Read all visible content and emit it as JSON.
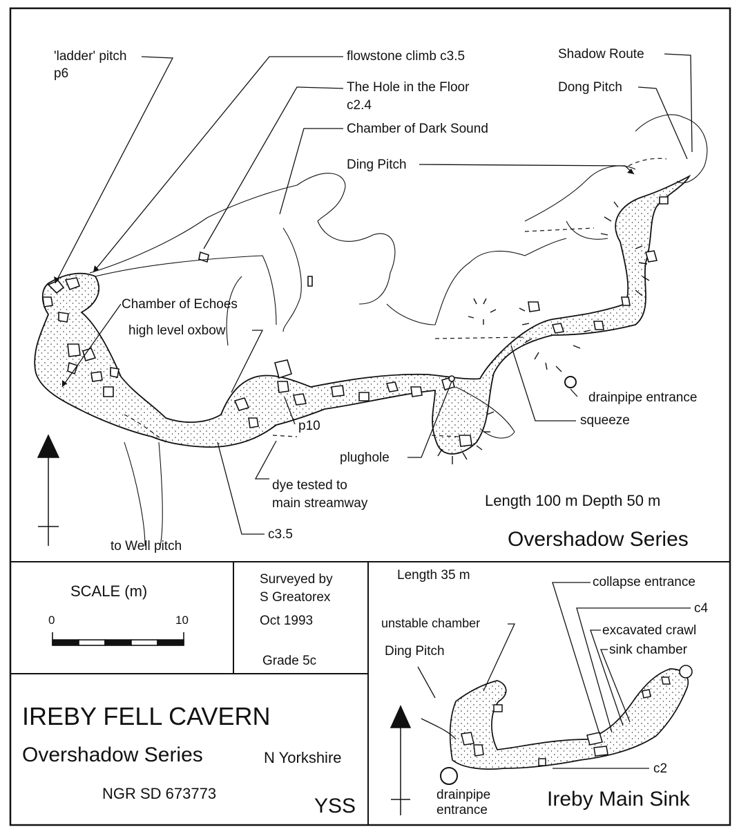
{
  "main_map": {
    "labels": {
      "ladder_pitch": "'ladder' pitch",
      "ladder_p6": "p6",
      "flowstone_climb": "flowstone climb  c3.5",
      "hole_in_floor": "The Hole in the Floor",
      "hole_c24": "c2.4",
      "chamber_dark_sound": "Chamber of Dark Sound",
      "shadow_route": "Shadow Route",
      "dong_pitch": "Dong Pitch",
      "ding_pitch": "Ding Pitch",
      "chamber_echoes": "Chamber of Echoes",
      "high_level_oxbow": "high level oxbow",
      "p10": "p10",
      "plughole": "plughole",
      "drainpipe_entrance": "drainpipe entrance",
      "squeeze": "squeeze",
      "dye_tested_1": "dye tested to",
      "dye_tested_2": "main streamway",
      "c35_bottom": "c3.5",
      "to_well_pitch": "to Well pitch",
      "length_depth": "Length  100 m   Depth  50 m",
      "series_title": "Overshadow Series"
    }
  },
  "scale_box": {
    "title": "SCALE  (m)",
    "min": "0",
    "max": "10"
  },
  "survey_box": {
    "surveyed_by": "Surveyed by",
    "surveyor": "S Greatorex",
    "date": "Oct 1993",
    "grade": "Grade 5c"
  },
  "title_box": {
    "cave_name": "IREBY FELL CAVERN",
    "series": "Overshadow Series",
    "region": "N Yorkshire",
    "grid_ref": "NGR SD 673773",
    "club": "YSS"
  },
  "inset_map": {
    "length": "Length  35 m",
    "collapse_entrance": "collapse entrance",
    "c4": "c4",
    "unstable_chamber": "unstable chamber",
    "excavated_crawl": "excavated crawl",
    "ding_pitch": "Ding Pitch",
    "sink_chamber": "sink chamber",
    "c2": "c2",
    "drainpipe_1": "drainpipe",
    "drainpipe_2": "entrance",
    "title": "Ireby Main Sink"
  },
  "colors": {
    "ink": "#111111",
    "paper": "#ffffff"
  }
}
